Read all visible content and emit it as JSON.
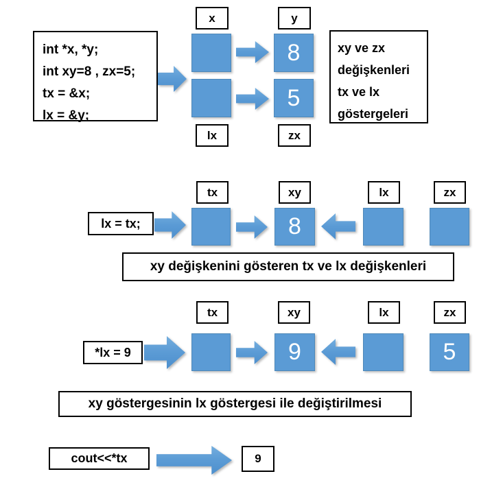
{
  "colors": {
    "shape_blue": "#5B9BD5",
    "shape_border": "#4e88b8",
    "box_border": "#000000",
    "value_text": "#ffffff"
  },
  "section1": {
    "code_lines": [
      "int *x, *y;",
      "int xy=8 , zx=5;",
      "tx = &x;",
      "lx = &y;"
    ],
    "label_x": "x",
    "label_y": "y",
    "label_lx": "lx",
    "label_zx": "zx",
    "value_y": "8",
    "value_zx": "5",
    "note_lines": [
      "xy ve zx",
      "değişkenleri",
      "tx ve lx",
      "göstergeleri"
    ]
  },
  "section2": {
    "statement": "lx = tx;",
    "label_tx": "tx",
    "label_xy": "xy",
    "label_lx": "lx",
    "label_zx": "zx",
    "value_xy": "8",
    "caption": "xy değişkenini gösteren tx ve lx değişkenleri"
  },
  "section3": {
    "statement": "*lx = 9",
    "label_tx": "tx",
    "label_xy": "xy",
    "label_lx": "lx",
    "label_zx": "zx",
    "value_xy": "9",
    "value_zx": "5",
    "caption": "xy göstergesinin lx göstergesi ile değiştirilmesi"
  },
  "section4": {
    "statement": "cout<<*tx",
    "result": "9"
  }
}
